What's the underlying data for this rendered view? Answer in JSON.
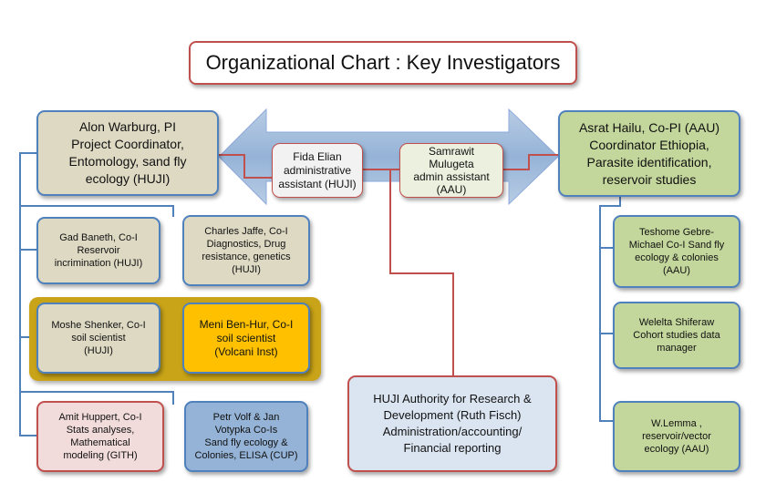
{
  "title": "Organizational Chart : Key Investigators",
  "nodes": {
    "warburg": "Alon Warburg, PI\nProject Coordinator,\nEntomology, sand fly\necology (HUJI)",
    "hailu": "Asrat Hailu, Co-PI (AAU)\nCoordinator Ethiopia,\nParasite identification,\nreservoir studies",
    "elian": "Fida Elian\nadministrative\nassistant (HUJI)",
    "samrawit": "Samrawit\nMulugeta\nadmin assistant\n(AAU)",
    "baneth": "Gad Baneth, Co-I\nReservoir\nincrimination (HUJI)",
    "jaffe": "Charles Jaffe, Co-I\nDiagnostics, Drug\nresistance, genetics\n(HUJI)",
    "shenker": "Moshe Shenker, Co-I\nsoil scientist\n(HUJI)",
    "benhur": "Meni Ben-Hur, Co-I\nsoil scientist\n(Volcani Inst)",
    "huppert": "Amit Huppert, Co-I\nStats analyses,\nMathematical\nmodeling (GITH)",
    "volf": "Petr Volf & Jan\nVotypka Co-Is\nSand fly ecology &\nColonies, ELISA (CUP)",
    "huji_authority": "HUJI Authority for Research &\nDevelopment (Ruth Fisch)\nAdministration/accounting/\nFinancial reporting",
    "gebre": "Teshome Gebre-\nMichael Co-I Sand fly\necology & colonies\n(AAU)",
    "shiferaw": "Welelta Shiferaw\nCohort studies data\nmanager",
    "lemma": "W.Lemma ,\nreservoir/vector\necology (AAU)"
  }
}
